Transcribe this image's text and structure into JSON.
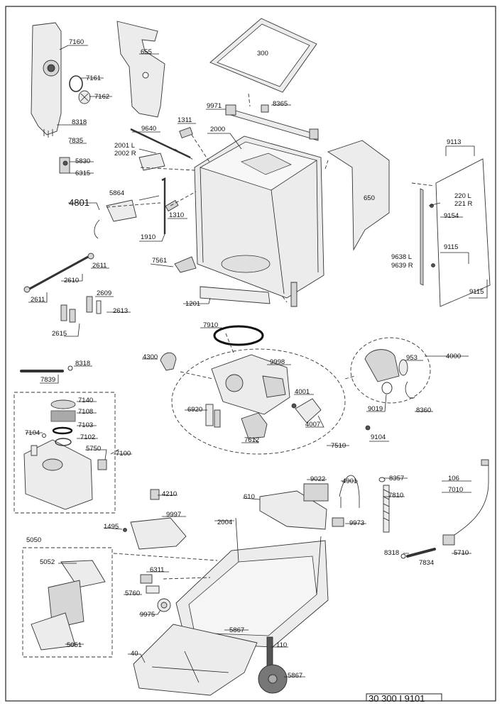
{
  "labels": {
    "p7160": "7160",
    "p655": "655",
    "p300": "300",
    "p7161": "7161",
    "p7162": "7162",
    "p9971": "9971",
    "p8365": "8365",
    "p1311": "1311",
    "p2000": "2000",
    "p8318a": "8318",
    "p9640": "9640",
    "p7835": "7835",
    "p2001": "2001 L",
    "p2002": "2002 R",
    "p5830": "5830",
    "p6315": "6315",
    "p9113": "9113",
    "p650": "650",
    "p220": "220 L",
    "p221": "221 R",
    "p5864": "5864",
    "p4801": "4801",
    "p1310": "1310",
    "p9154": "9154",
    "p1910": "1910",
    "p9115a": "9115",
    "p9638": "9638 L",
    "p9639": "9639 R",
    "p7561": "7561",
    "p2611a": "2611",
    "p2610": "2610",
    "p2611b": "2611",
    "p2609": "2609",
    "p2613": "2613",
    "p1201": "1201",
    "p9115b": "9115",
    "p2615": "2615",
    "p7910": "7910",
    "p4300": "4300",
    "p8318b": "8318",
    "p9998": "9998",
    "p953": "953",
    "p4000": "4000",
    "p7839": "7839",
    "p7140": "7140",
    "p7108": "7108",
    "p7103": "7103",
    "p7104": "7104",
    "p7102": "7102",
    "p4001": "4001",
    "p6920": "6920",
    "p9019": "9019",
    "p8360": "8360",
    "p5750": "5750",
    "p7100": "7100",
    "p4007": "4007",
    "p7612": "7612",
    "p9104": "9104",
    "p7510": "7510",
    "p9022": "9022",
    "p4901": "4901",
    "p8357": "8357",
    "p106": "106",
    "p7010": "7010",
    "p4210": "4210",
    "p610": "610",
    "p7810": "7810",
    "p9997": "9997",
    "p2004": "2004",
    "p9973": "9973",
    "p1495": "1495",
    "p5050": "5050",
    "p8318c": "8318",
    "p5710": "5710",
    "p7834": "7834",
    "p5052": "5052",
    "p6311": "6311",
    "p5760": "5760",
    "p9975": "9975",
    "p5867a": "5867",
    "p5051": "5051",
    "p110": "110",
    "p40": "40",
    "p5867b": "5867"
  },
  "footer": {
    "code": "30 300 I 9101"
  }
}
